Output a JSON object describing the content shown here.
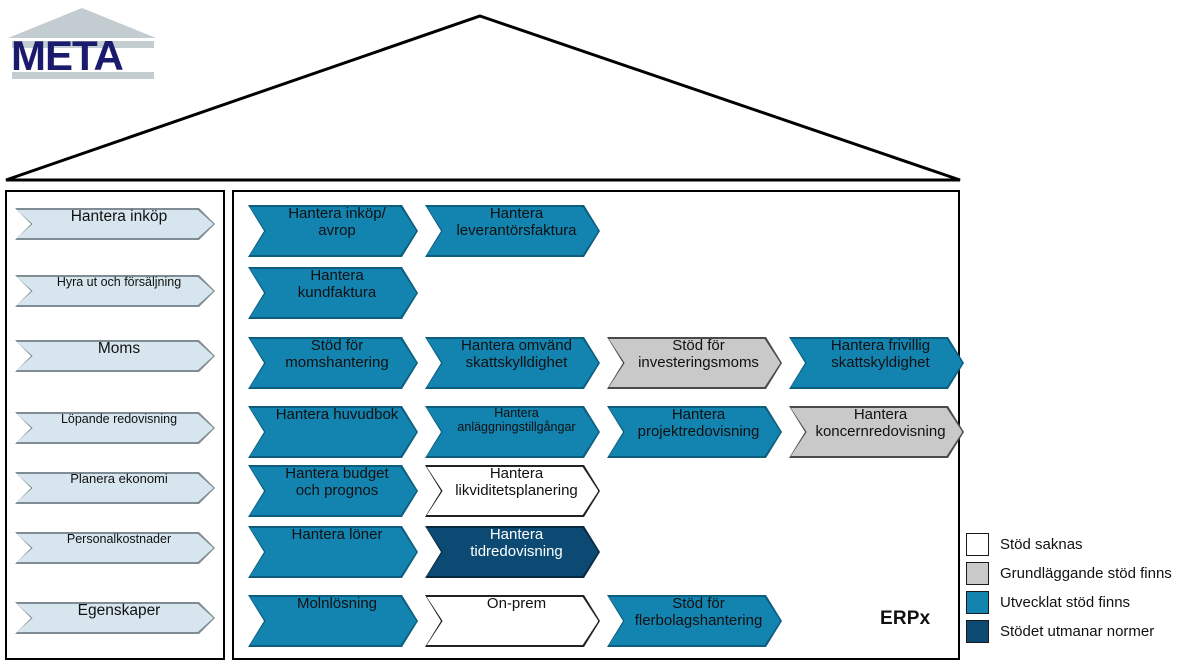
{
  "logo": {
    "text": "META",
    "roof_icon": "pediment-icon",
    "color": "#1b1b6e"
  },
  "house": {
    "roof_icon": "roof-triangle-icon"
  },
  "sidebar": {
    "items": [
      {
        "label": "Hantera inköp",
        "size": "lg"
      },
      {
        "label": "Hyra ut och försäljning",
        "size": "sm"
      },
      {
        "label": "Moms",
        "size": "lg"
      },
      {
        "label": "Löpande redovisning",
        "size": "sm"
      },
      {
        "label": "Planera ekonomi",
        "size": "md"
      },
      {
        "label": "Personalkostnader",
        "size": "sm"
      },
      {
        "label": "Egenskaper",
        "size": "lg"
      }
    ]
  },
  "main": {
    "system_label": "ERPx",
    "rows": [
      {
        "items": [
          {
            "label": "Hantera inköp/ avrop",
            "status": "blue",
            "w": 170
          },
          {
            "label": "Hantera leverantörsfaktura",
            "status": "blue",
            "w": 175
          }
        ]
      },
      {
        "items": [
          {
            "label": "Hantera kundfaktura",
            "status": "blue",
            "w": 170
          }
        ]
      },
      {
        "items": [
          {
            "label": "Stöd för momshantering",
            "status": "blue",
            "w": 170
          },
          {
            "label": "Hantera omvänd skattskylldighet",
            "status": "blue",
            "w": 175
          },
          {
            "label": "Stöd för investeringsmoms",
            "status": "gray",
            "w": 175
          },
          {
            "label": "Hantera frivillig skattskyldighet",
            "status": "blue",
            "w": 175
          }
        ]
      },
      {
        "items": [
          {
            "label": "Hantera huvudbok",
            "status": "blue",
            "w": 170
          },
          {
            "label": "Hantera anläggningstillgångar",
            "status": "blue",
            "w": 175,
            "small": true
          },
          {
            "label": "Hantera projektredovisning",
            "status": "blue",
            "w": 175
          },
          {
            "label": "Hantera koncernredovisning",
            "status": "gray",
            "w": 175
          }
        ]
      },
      {
        "items": [
          {
            "label": "Hantera budget och prognos",
            "status": "blue",
            "w": 170
          },
          {
            "label": "Hantera likviditetsplanering",
            "status": "white",
            "w": 175
          }
        ]
      },
      {
        "items": [
          {
            "label": "Hantera löner",
            "status": "blue",
            "w": 170
          },
          {
            "label": "Hantera tidredovisning",
            "status": "navy",
            "w": 175
          }
        ]
      },
      {
        "items": [
          {
            "label": "Molnlösning",
            "status": "blue",
            "w": 170
          },
          {
            "label": "On-prem",
            "status": "white",
            "w": 175
          },
          {
            "label": "Stöd för flerbolagshantering",
            "status": "blue",
            "w": 175
          }
        ]
      }
    ]
  },
  "legend": {
    "items": [
      {
        "label": "Stöd saknas",
        "color": "#ffffff"
      },
      {
        "label": "Grundläggande stöd finns",
        "color": "#c9c9c9"
      },
      {
        "label": "Utvecklat stöd finns",
        "color": "#1383b0"
      },
      {
        "label": "Stödet utmanar normer",
        "color": "#0c4a73"
      }
    ]
  },
  "palette": {
    "blue": "#1383b0",
    "navy": "#0c4a73",
    "gray": "#c9c9c9",
    "white": "#ffffff",
    "side": "#d7e6ee"
  }
}
